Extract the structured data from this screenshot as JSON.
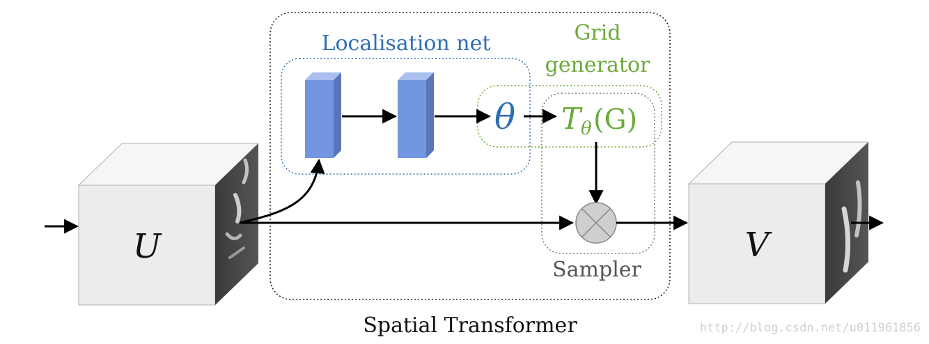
{
  "labels": {
    "localisation": "Localisation net",
    "grid_line1": "Grid",
    "grid_line2": "generator",
    "theta": "θ",
    "transform_T": "T",
    "transform_sub": "θ",
    "transform_args": "(G)",
    "sampler": "Sampler",
    "spatial_transformer": "Spatial Transformer",
    "input": "U",
    "output": "V",
    "watermark": "http://blog.csdn.net/u011961856"
  },
  "colors": {
    "localisation": "#2f6db5",
    "grid": "#6aaa3a",
    "sampler": "#555555",
    "layer_front": "#7396e0",
    "layer_side": "#5a76b8",
    "layer_top": "#a9bff0",
    "cube_front": "#ededed",
    "cube_top": "#f6f6f6",
    "cube_side": "#404040",
    "sampler_node": "#cfcfcf"
  },
  "icons": {
    "sampler_node": "circled-times-icon"
  }
}
